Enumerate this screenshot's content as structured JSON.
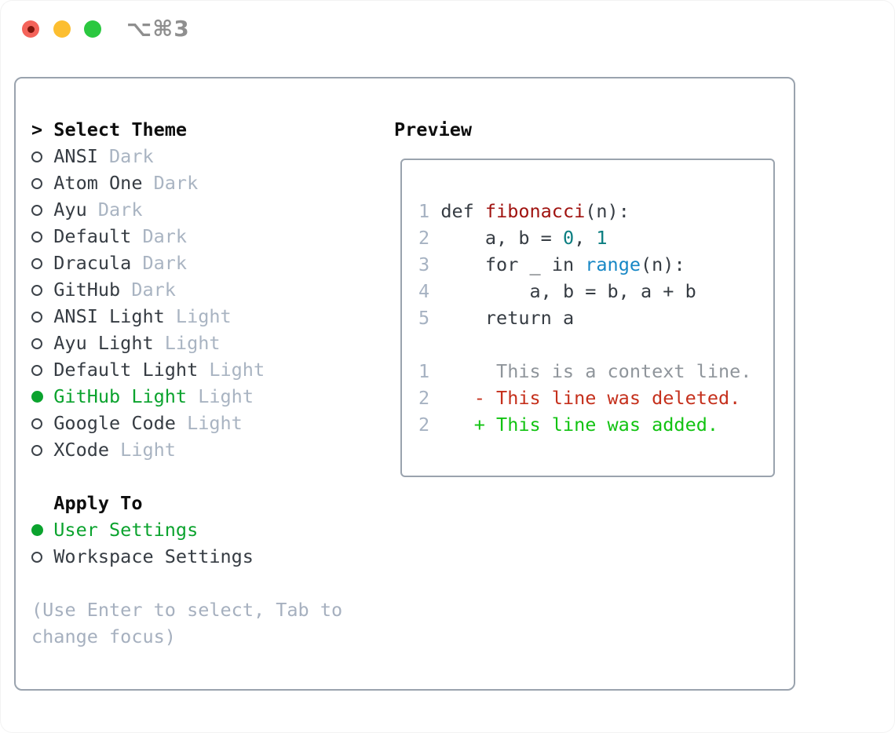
{
  "colors": {
    "accent_green": "#0ba32e",
    "panel_border": "#9aa3ae",
    "header_text": "#0d0d0d",
    "item_text": "#363c43",
    "muted_text": "#a9b4c2",
    "hint_text": "#a6b0bf",
    "radio_outline": "#3d434a",
    "line_number": "#a6b2c2",
    "code_plain": "#363c43",
    "code_title": "#a01310",
    "code_number": "#0b7e81",
    "code_builtin": "#1787c5",
    "diff_context": "#8f959b",
    "diff_deleted": "#c5301c",
    "diff_added": "#12c312",
    "traffic_red": "#f4635a",
    "traffic_red_dot": "#7e150c",
    "traffic_yellow": "#fcbe30",
    "traffic_green": "#2bc840",
    "titlebar_text": "#8f8f8f"
  },
  "titlebar": {
    "title": "⌥⌘3"
  },
  "theme_panel": {
    "prompt": ">",
    "header": "Select Theme",
    "items": [
      {
        "name": "ANSI",
        "variant": "Dark",
        "selected": false
      },
      {
        "name": "Atom One",
        "variant": "Dark",
        "selected": false
      },
      {
        "name": "Ayu",
        "variant": "Dark",
        "selected": false
      },
      {
        "name": "Default",
        "variant": "Dark",
        "selected": false
      },
      {
        "name": "Dracula",
        "variant": "Dark",
        "selected": false
      },
      {
        "name": "GitHub",
        "variant": "Dark",
        "selected": false
      },
      {
        "name": "ANSI Light",
        "variant": "Light",
        "selected": false
      },
      {
        "name": "Ayu Light",
        "variant": "Light",
        "selected": false
      },
      {
        "name": "Default Light",
        "variant": "Light",
        "selected": false
      },
      {
        "name": "GitHub Light",
        "variant": "Light",
        "selected": true
      },
      {
        "name": "Google Code",
        "variant": "Light",
        "selected": false
      },
      {
        "name": "XCode",
        "variant": "Light",
        "selected": false
      }
    ]
  },
  "apply_panel": {
    "header": "Apply To",
    "items": [
      {
        "name": "User Settings",
        "selected": true
      },
      {
        "name": "Workspace Settings",
        "selected": false
      }
    ]
  },
  "hint": {
    "text": "(Use Enter to select, Tab to change focus)"
  },
  "preview": {
    "header": "Preview",
    "lines": [
      {
        "tokens": [
          {
            "text": "1",
            "type": "ln"
          },
          {
            "text": " ",
            "type": "plain"
          },
          {
            "text": "def",
            "type": "kw"
          },
          {
            "text": " ",
            "type": "plain"
          },
          {
            "text": "fibonacci",
            "type": "title"
          },
          {
            "text": "(n):",
            "type": "plain"
          }
        ]
      },
      {
        "tokens": [
          {
            "text": "2",
            "type": "ln"
          },
          {
            "text": "     ",
            "type": "plain"
          },
          {
            "text": "a, b = ",
            "type": "plain"
          },
          {
            "text": "0",
            "type": "num"
          },
          {
            "text": ", ",
            "type": "plain"
          },
          {
            "text": "1",
            "type": "num"
          }
        ]
      },
      {
        "tokens": [
          {
            "text": "3",
            "type": "ln"
          },
          {
            "text": "     ",
            "type": "plain"
          },
          {
            "text": "for",
            "type": "kw"
          },
          {
            "text": " _ ",
            "type": "plain"
          },
          {
            "text": "in",
            "type": "kw"
          },
          {
            "text": " ",
            "type": "plain"
          },
          {
            "text": "range",
            "type": "builtin"
          },
          {
            "text": "(n):",
            "type": "plain"
          }
        ]
      },
      {
        "tokens": [
          {
            "text": "4",
            "type": "ln"
          },
          {
            "text": "         ",
            "type": "plain"
          },
          {
            "text": "a, b = b, a + b",
            "type": "plain"
          }
        ]
      },
      {
        "tokens": [
          {
            "text": "5",
            "type": "ln"
          },
          {
            "text": "     ",
            "type": "plain"
          },
          {
            "text": "return",
            "type": "kw"
          },
          {
            "text": " a",
            "type": "plain"
          }
        ]
      },
      {
        "tokens": []
      },
      {
        "tokens": [
          {
            "text": "1",
            "type": "ln"
          },
          {
            "text": "      ",
            "type": "plain"
          },
          {
            "text": "This is a context line.",
            "type": "ctx"
          }
        ]
      },
      {
        "tokens": [
          {
            "text": "2",
            "type": "ln"
          },
          {
            "text": "    ",
            "type": "plain"
          },
          {
            "text": "- This line was deleted.",
            "type": "del"
          }
        ]
      },
      {
        "tokens": [
          {
            "text": "2",
            "type": "ln"
          },
          {
            "text": "    ",
            "type": "plain"
          },
          {
            "text": "+ This line was added.",
            "type": "add"
          }
        ]
      }
    ]
  }
}
